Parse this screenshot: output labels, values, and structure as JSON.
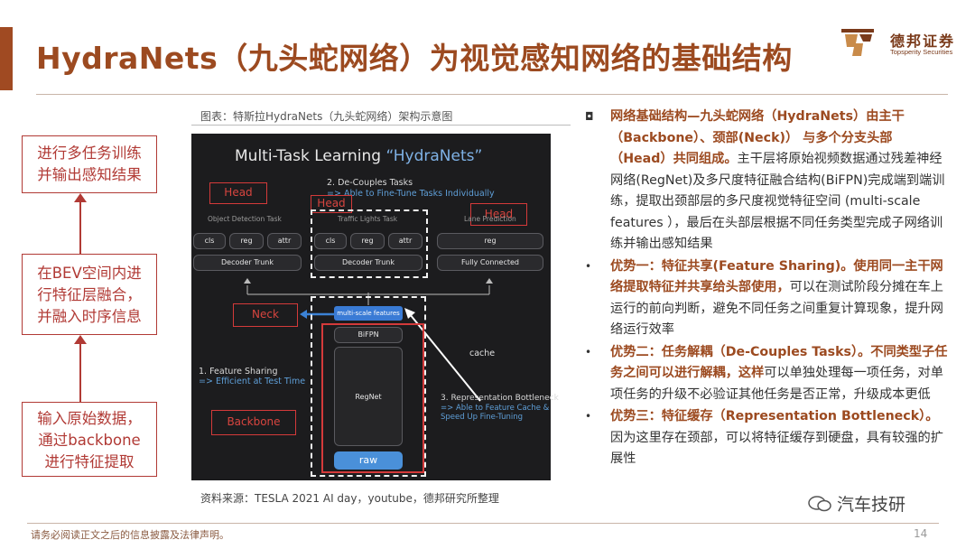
{
  "header": {
    "title": "HydraNets（九头蛇网络）为视觉感知网络的基础结构",
    "logo_cn": "德邦证券",
    "logo_en": "Topsperity Securities"
  },
  "left_flow": {
    "box_top": [
      "进行多任务训练",
      "并输出感知结果"
    ],
    "box_mid": [
      "在BEV空间内进",
      "行特征层融合，",
      "并融入时序信息"
    ],
    "box_bottom": [
      "输入原始数据，",
      "通过backbone",
      "进行特征提取"
    ]
  },
  "figure": {
    "caption": "图表：特斯拉HydraNets（九头蛇网络）架构示意图",
    "title_plain": "Multi-Task Learning ",
    "title_quote": "“HydraNets”",
    "decouple_title": "2. De-Couples Tasks",
    "decouple_sub": "=> Able to Fine-Tune Tasks Individually",
    "tasks": [
      "Object Detection Task",
      "Traffic Lights Task",
      "Lane Prediction"
    ],
    "heads_a": [
      "cls",
      "reg",
      "attr"
    ],
    "heads_b": [
      "cls",
      "reg",
      "attr"
    ],
    "heads_c": [
      "reg"
    ],
    "trunks": [
      "Decoder Trunk",
      "Decoder Trunk",
      "Fully Connected"
    ],
    "multiscale": "multi-scale features",
    "bifpn": "BiFPN",
    "regnet": "RegNet",
    "raw": "raw",
    "feature_sharing": "1. Feature Sharing",
    "feature_sharing_sub": "=> Efficient at Test Time",
    "rep_bottleneck": "3. Representation Bottleneck",
    "rep_sub1": "=> Able to Feature Cache &",
    "rep_sub2": "Speed Up Fine-Tuning",
    "labels": {
      "head": "Head",
      "neck": "Neck",
      "backbone": "Backbone",
      "cache": "cache"
    },
    "source": "资料来源：TESLA 2021 AI day，youtube，德邦研究所整理"
  },
  "right_text": {
    "p1_bold": "网络基础结构—九头蛇网络（HydraNets）由主干（Backbone）、颈部(Neck)） 与多个分支头部（Head）共同组成。",
    "p1_rest": "主干层将原始视频数据通过残差神经网络(RegNet)及多尺度特征融合结构(BiFPN)完成端到端训练，提取出颈部层的多尺度视觉特征空间 (multi-scale features ），最后在头部层根据不同任务类型完成子网络训练并输出感知结果",
    "p2_bold": "优势一：特征共享(Feature Sharing)。使用同一主干网络提取特征并共享给头部使用，",
    "p2_rest": "可以在测试阶段分摊在车上运行的前向判断，避免不同任务之间重复计算现象，提升网络运行效率",
    "p3_bold": "优势二：任务解耦（De-Couples Tasks）。不同类型子任务之间可以进行解耦，这样",
    "p3_rest": "可以单独处理每一项任务，对单项任务的升级不必验证其他任务是否正常，升级成本更低",
    "p4_bold": "优势三：特征缓存（Representation Bottleneck）。",
    "p4_rest": "因为这里存在颈部，可以将特征缓存到硬盘，具有较强的扩展性",
    "mark_square": "◘",
    "mark_bullet": "•"
  },
  "footer": {
    "disclaimer": "请务必阅读正文之后的信息披露及法律声明。",
    "page": "14",
    "wechat": "汽车技研"
  },
  "colors": {
    "brand": "#9c4a20",
    "accent_red": "#b13a35",
    "figure_bg": "#1c1c1e"
  }
}
